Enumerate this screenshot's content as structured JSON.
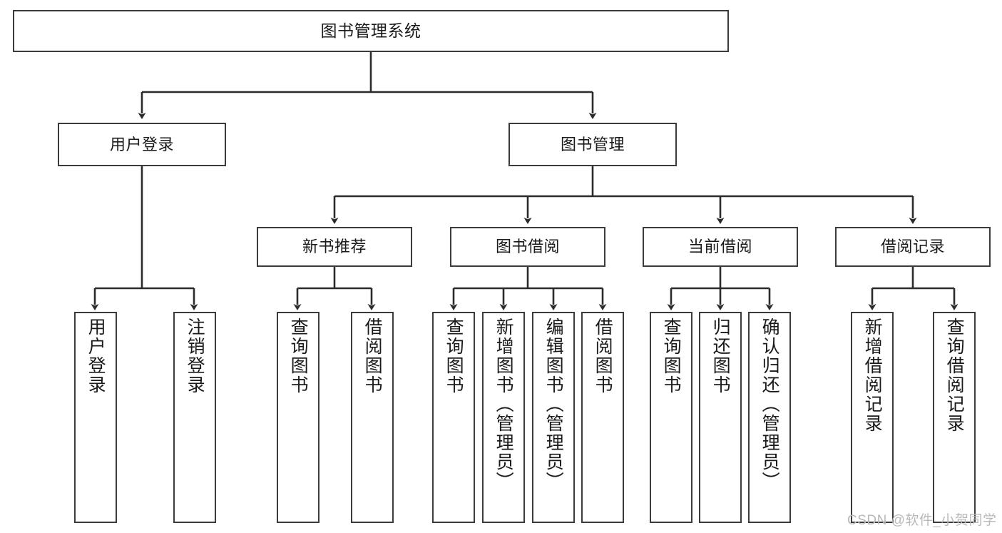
{
  "diagram": {
    "title": "图书管理系统",
    "type": "tree",
    "colors": {
      "box_border": "#3b3b3b",
      "box_fill": "#ffffff",
      "edge": "#2b2b2b",
      "text": "#1a1a1a",
      "watermark": "#b9b9b9"
    },
    "nodes": {
      "root": {
        "label": "图书管理系统"
      },
      "level2": [
        {
          "label": "用户登录"
        },
        {
          "label": "图书管理"
        }
      ],
      "level3": [
        {
          "label": "新书推荐"
        },
        {
          "label": "图书借阅"
        },
        {
          "label": "当前借阅"
        },
        {
          "label": "借阅记录"
        }
      ],
      "leaves": {
        "user_login": [
          {
            "label": "用户登录"
          },
          {
            "label": "注销登录"
          }
        ],
        "new_book_recommend": [
          {
            "label": "查询图书"
          },
          {
            "label": "借阅图书"
          }
        ],
        "book_borrow": [
          {
            "label": "查询图书"
          },
          {
            "label": "新增图书（管理员）"
          },
          {
            "label": "编辑图书（管理员）"
          },
          {
            "label": "借阅图书"
          }
        ],
        "current_borrow": [
          {
            "label": "查询图书"
          },
          {
            "label": "归还图书"
          },
          {
            "label": "确认归还（管理员）"
          }
        ],
        "borrow_record": [
          {
            "label": "新增借阅记录"
          },
          {
            "label": "查询借阅记录"
          }
        ]
      }
    }
  },
  "watermark": {
    "text": "CSDN @软件_小贺同学"
  }
}
